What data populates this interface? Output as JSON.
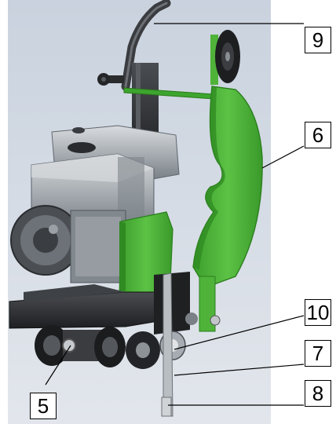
{
  "callouts": [
    {
      "label": "9"
    },
    {
      "label": "6"
    },
    {
      "label": "10"
    },
    {
      "label": "7"
    },
    {
      "label": "8"
    },
    {
      "label": "5"
    }
  ],
  "colors": {
    "guard_green": "#4fb33a",
    "guard_green_dark": "#2f8a22",
    "engine_grey": "#8e959c",
    "frame_dark": "#2b2d30",
    "background": "#d3dae3",
    "leader_line": "#000000"
  }
}
